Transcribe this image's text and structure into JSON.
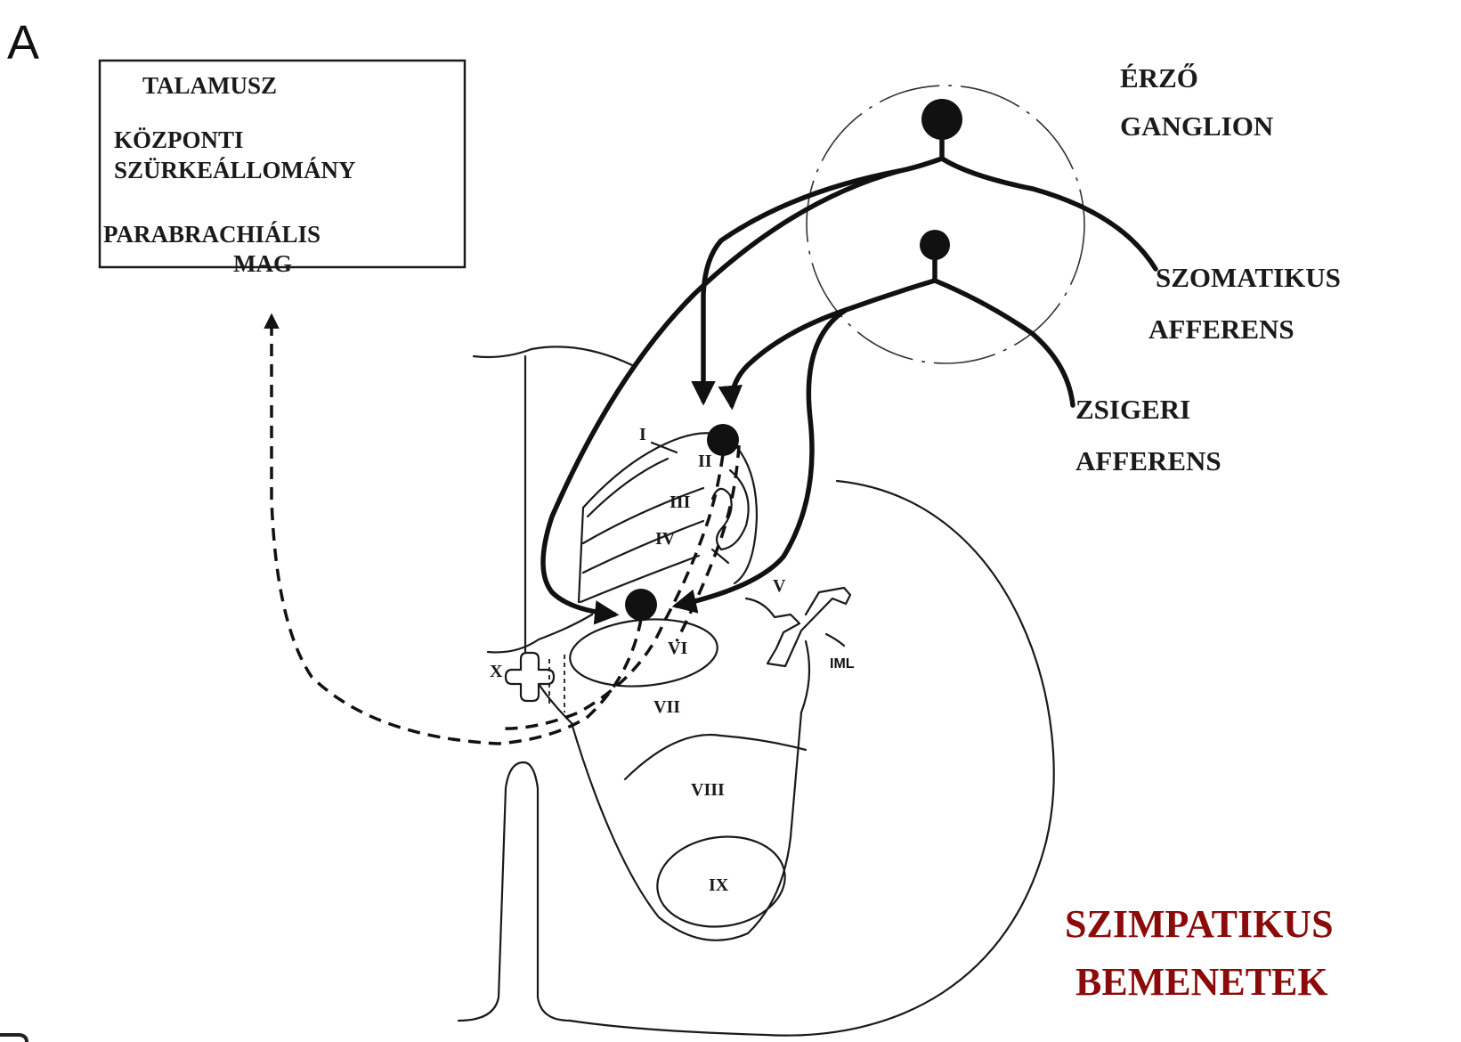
{
  "panel_letter": "A",
  "brain_box": {
    "line1": "TALAMUSZ",
    "line2": "KÖZPONTI",
    "line3": "SZÜRKEÁLLOMÁNY",
    "line4": "PARABRACHIÁLIS",
    "line5": "MAG"
  },
  "ganglion": {
    "line1": "ÉRZŐ",
    "line2": "GANGLION"
  },
  "somatic": {
    "line1": "SZOMATIKUS",
    "line2": "AFFERENS"
  },
  "visceral": {
    "line1": "ZSIGERI",
    "line2": "AFFERENS"
  },
  "laminae": {
    "I": "I",
    "II": "II",
    "III": "III",
    "IV": "IV",
    "V": "V",
    "VI": "VI",
    "VII": "VII",
    "VIII": "VIII",
    "IX": "IX",
    "X": "X",
    "IML": "IML"
  },
  "caption": {
    "line1": "SZIMPATIKUS",
    "line2": "BEMENETEK",
    "color": "#8b0a0a"
  }
}
